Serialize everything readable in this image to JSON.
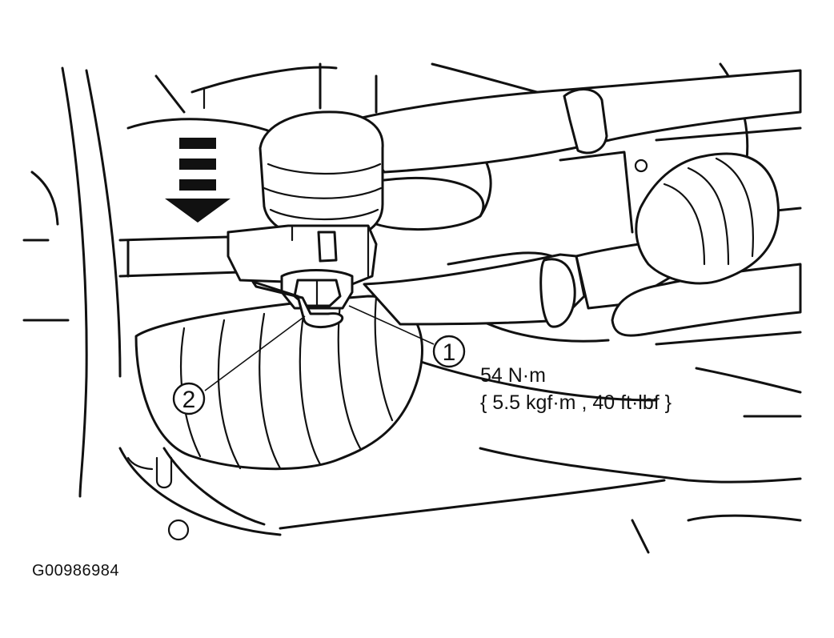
{
  "callouts": {
    "item1": "1",
    "item2": "2"
  },
  "torque": {
    "metric": "54 N·m",
    "alternate": "{ 5.5 kgf·m , 40 ft·lbf }"
  },
  "figure_id": "G00986984",
  "colors": {
    "line": "#111111",
    "background": "#ffffff"
  }
}
